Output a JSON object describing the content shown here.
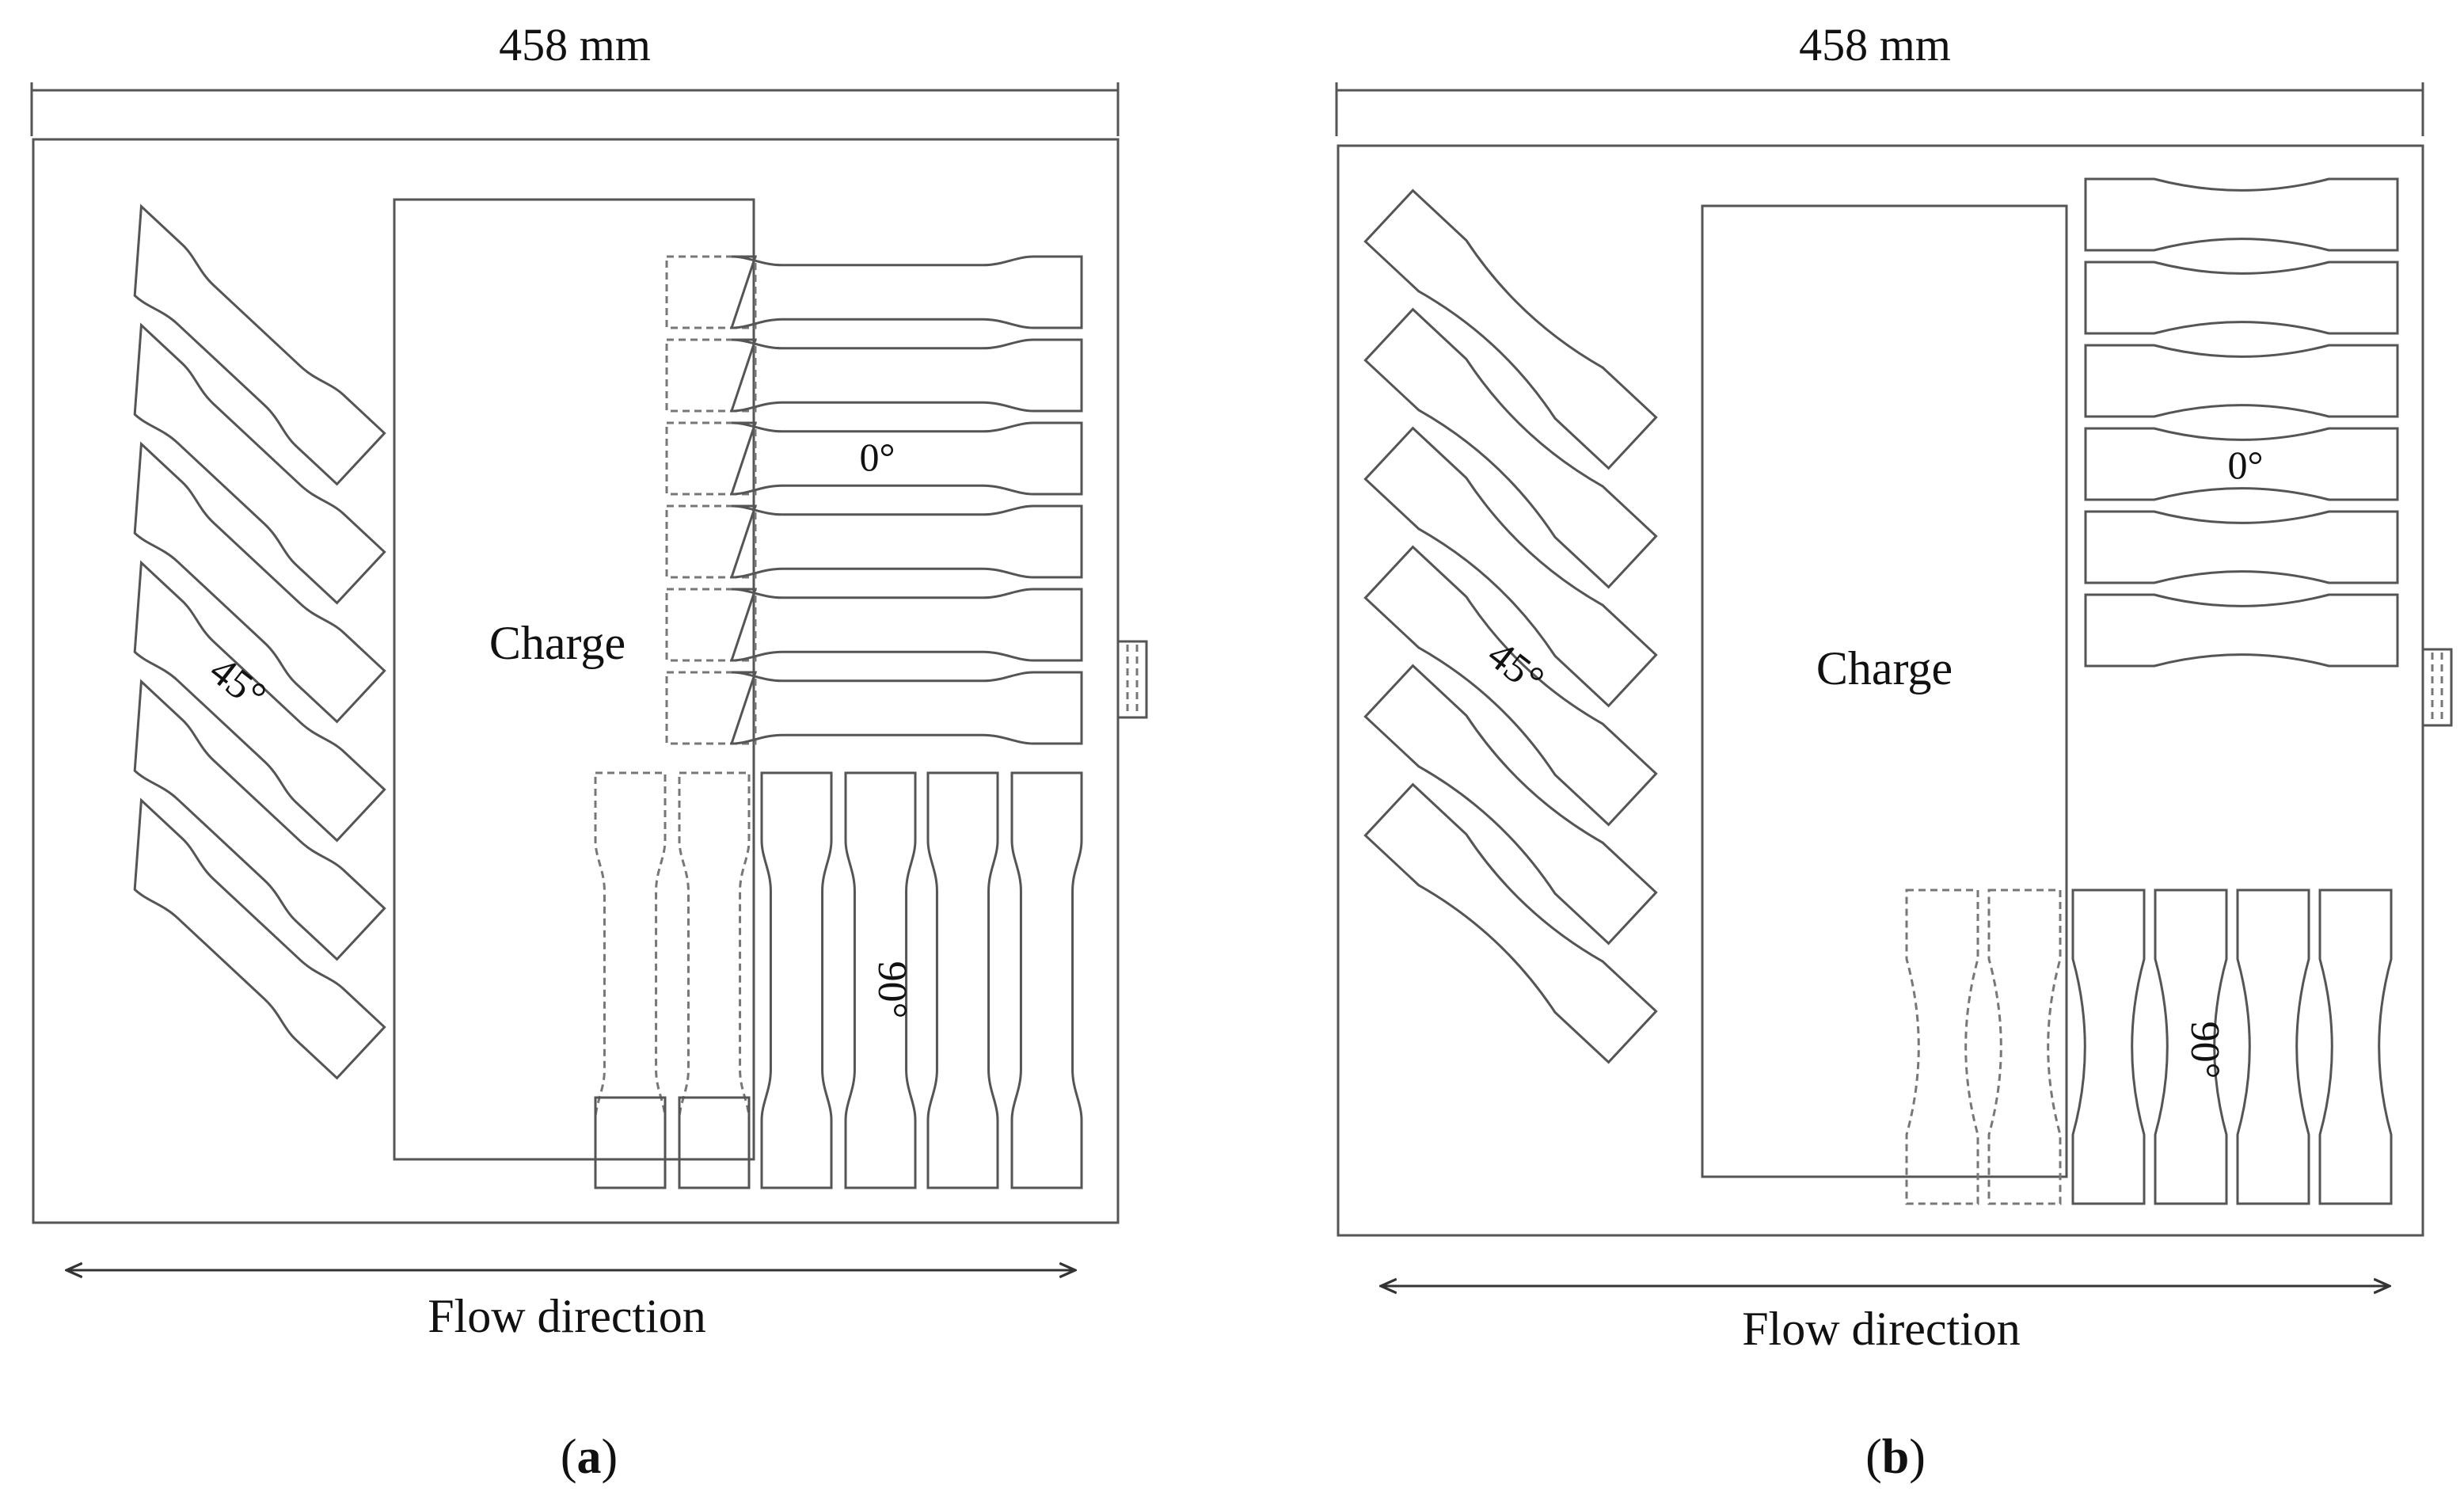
{
  "panels": [
    {
      "id": "a",
      "width_label": "458 mm",
      "charge_label": "Charge",
      "angle_labels": {
        "a0": "0°",
        "a45": "45°",
        "a90": "90°"
      },
      "flow_label": "Flow direction",
      "caption_letter": "a"
    },
    {
      "id": "b",
      "width_label": "458 mm",
      "charge_label": "Charge",
      "angle_labels": {
        "a0": "0°",
        "a45": "45°",
        "a90": "90°"
      },
      "flow_label": "Flow direction",
      "caption_letter": "b"
    }
  ],
  "colors": {
    "line": "#555555",
    "dashed": "#777777",
    "text": "#111111"
  }
}
